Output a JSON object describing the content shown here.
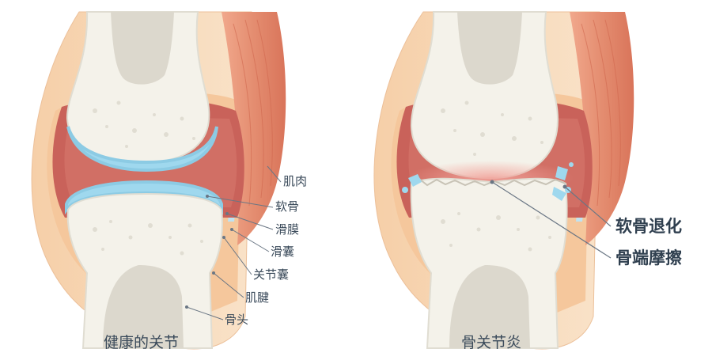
{
  "healthy_joint": {
    "caption": "健康的关节",
    "labels": {
      "muscle": "肌肉",
      "cartilage": "软骨",
      "synovium": "滑膜",
      "bursa": "滑囊",
      "joint_capsule": "关节囊",
      "tendon": "肌腱",
      "bone": "骨头"
    }
  },
  "osteoarthritis_joint": {
    "caption": "骨关节炎",
    "labels": {
      "cartilage_degeneration": "软骨退化",
      "bone_friction": "骨端摩擦"
    }
  },
  "colors": {
    "bone": "#f4f2ea",
    "bone_outline": "#e0ddd2",
    "marrow": "#dcd8cd",
    "cartilage": "#9fd8ee",
    "synovium": "#c9625a",
    "capsule": "#f2b98e",
    "outer_tissue": "#f7d8b5",
    "muscle": "#e48d70",
    "leader_line": "#6a7684",
    "inflammation": "#f2a49c"
  }
}
